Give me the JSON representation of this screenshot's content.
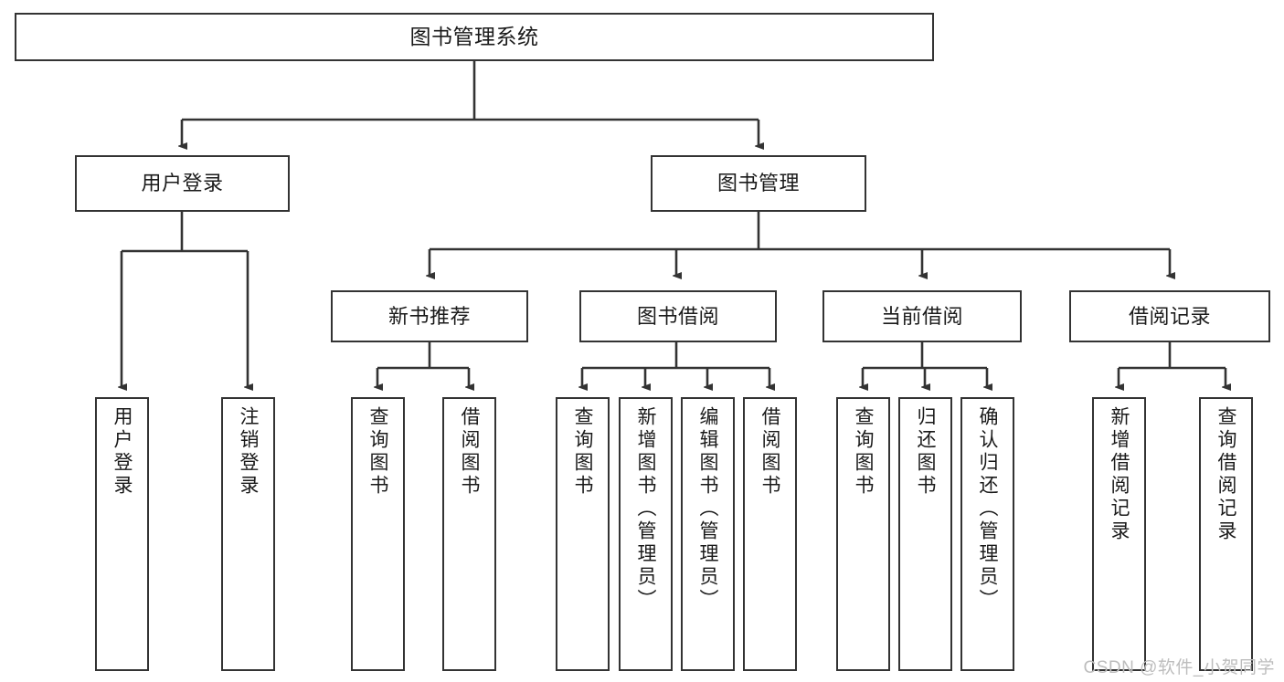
{
  "diagram": {
    "type": "tree",
    "title": "图书管理系统",
    "root": {
      "label": "图书管理系统"
    },
    "level2": [
      {
        "id": "user-login",
        "label": "用户登录"
      },
      {
        "id": "book-manage",
        "label": "图书管理"
      }
    ],
    "level3": [
      {
        "id": "new-book-rec",
        "label": "新书推荐"
      },
      {
        "id": "book-borrow",
        "label": "图书借阅"
      },
      {
        "id": "current-borrow",
        "label": "当前借阅"
      },
      {
        "id": "borrow-record",
        "label": "借阅记录"
      }
    ],
    "leaves": {
      "user_login": [
        {
          "id": "leaf-user-login",
          "label": "用户登录"
        },
        {
          "id": "leaf-logout",
          "label": "注销登录"
        }
      ],
      "new_book_rec": [
        {
          "id": "leaf-query-book-1",
          "label": "查询图书"
        },
        {
          "id": "leaf-borrow-book-1",
          "label": "借阅图书"
        }
      ],
      "book_borrow": [
        {
          "id": "leaf-query-book-2",
          "label": "查询图书"
        },
        {
          "id": "leaf-add-book",
          "label": "新增图书（管理员）"
        },
        {
          "id": "leaf-edit-book",
          "label": "编辑图书（管理员）"
        },
        {
          "id": "leaf-borrow-book-2",
          "label": "借阅图书"
        }
      ],
      "current_borrow": [
        {
          "id": "leaf-query-book-3",
          "label": "查询图书"
        },
        {
          "id": "leaf-return-book",
          "label": "归还图书"
        },
        {
          "id": "leaf-confirm-return",
          "label": "确认归还（管理员）"
        }
      ],
      "borrow_record": [
        {
          "id": "leaf-add-record",
          "label": "新增借阅记录"
        },
        {
          "id": "leaf-query-record",
          "label": "查询借阅记录"
        }
      ]
    }
  },
  "watermark": {
    "text": "CSDN @软件_小贺同学"
  },
  "colors": {
    "border": "#333333",
    "background": "#ffffff",
    "text": "#1a1a1a",
    "watermark": "#bdbdbd"
  }
}
